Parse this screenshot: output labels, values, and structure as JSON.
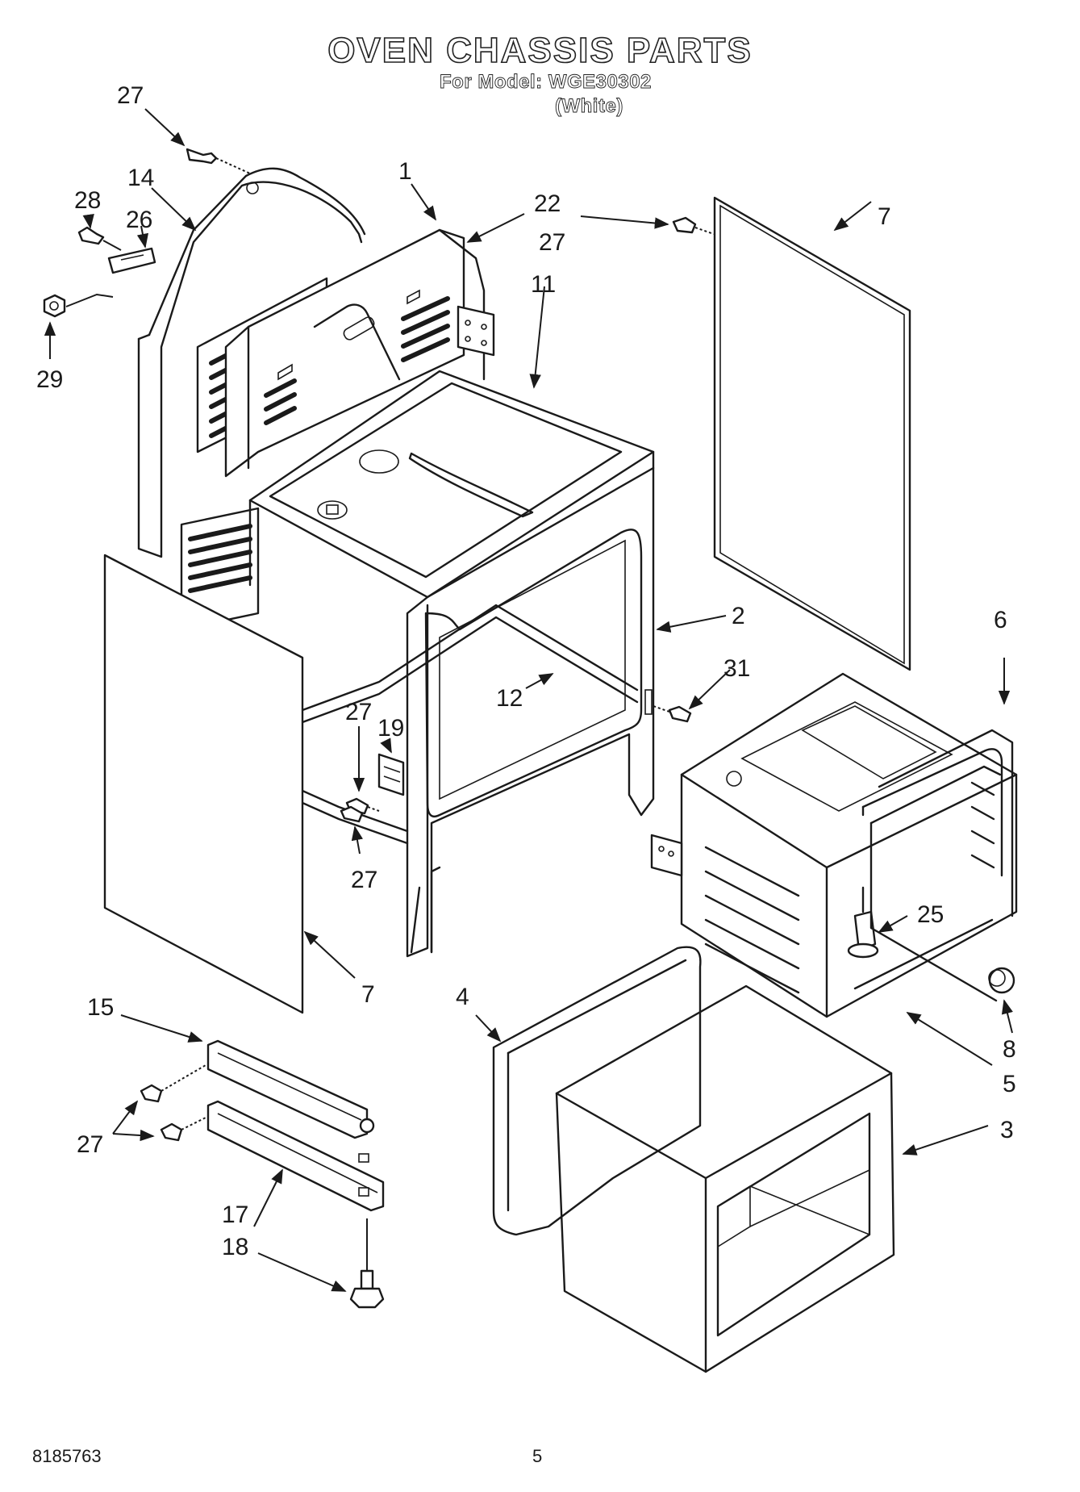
{
  "header": {
    "title": "OVEN CHASSIS PARTS",
    "model_line": "For Model: WGE30302",
    "color_line": "(White)"
  },
  "footer": {
    "document_number": "8185763",
    "page_number": "5"
  },
  "callouts": {
    "c1": "1",
    "c2": "2",
    "c3": "3",
    "c4": "4",
    "c5": "5",
    "c6": "6",
    "c7a": "7",
    "c7b": "7",
    "c8": "8",
    "c11": "11",
    "c12": "12",
    "c14": "14",
    "c15": "15",
    "c17": "17",
    "c18": "18",
    "c19": "19",
    "c22": "22",
    "c25": "25",
    "c26": "26",
    "c27a": "27",
    "c27b": "27",
    "c27c": "27",
    "c27d": "27",
    "c27e": "27",
    "c28": "28",
    "c29": "29",
    "c31": "31"
  }
}
